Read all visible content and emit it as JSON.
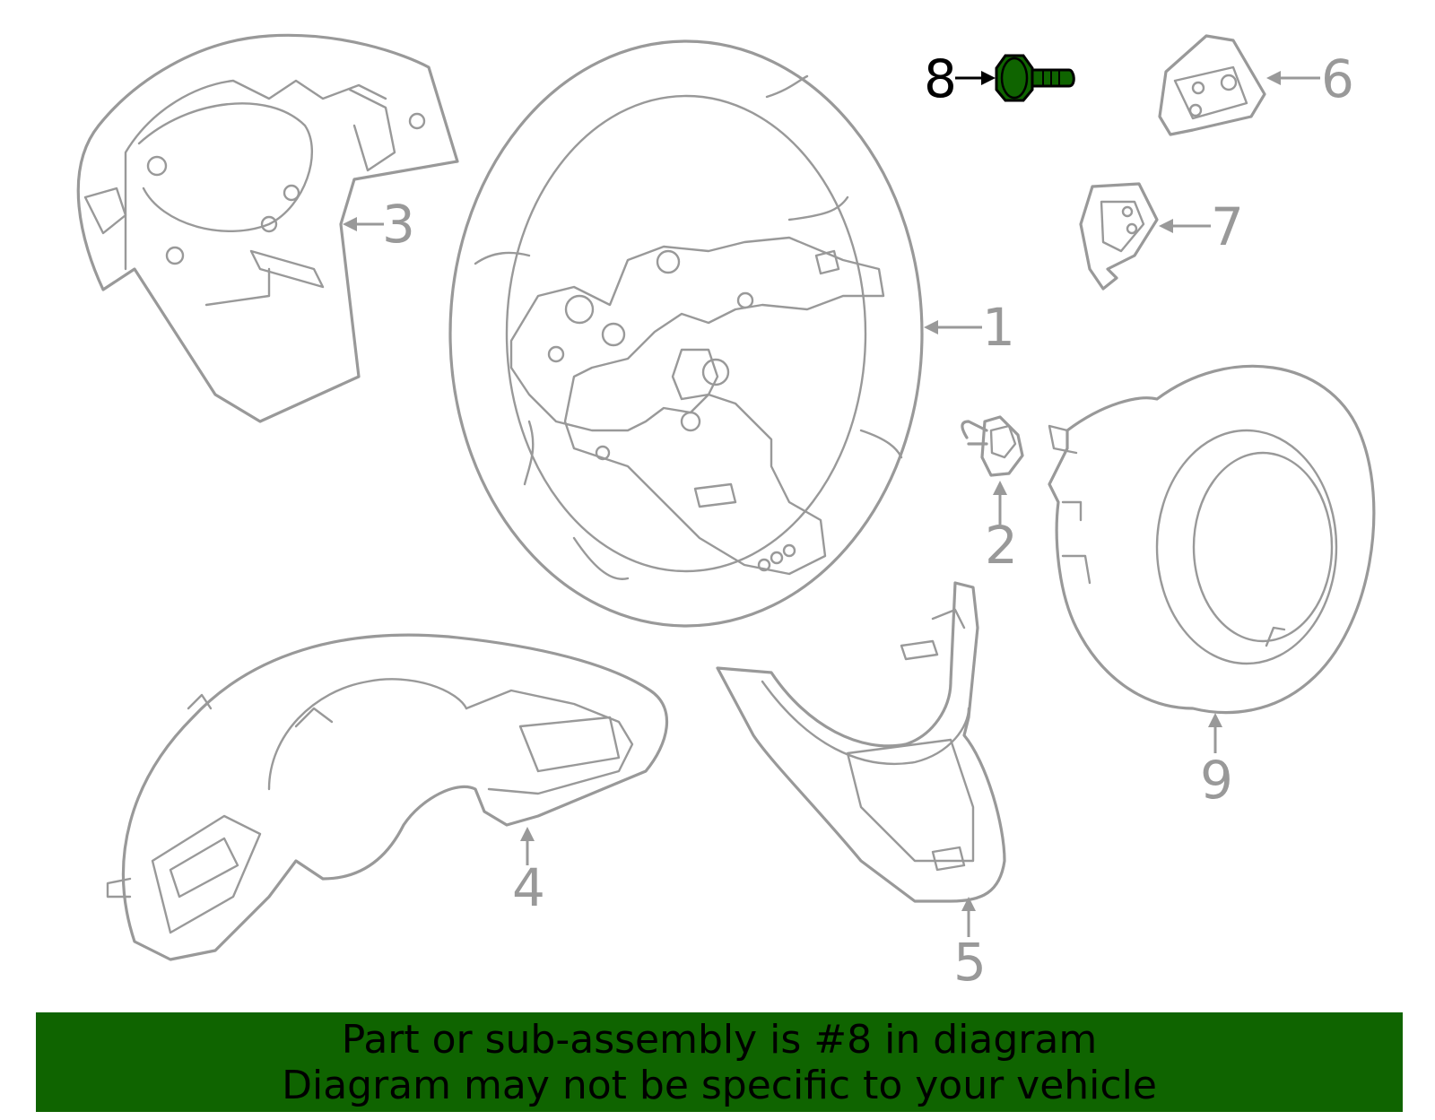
{
  "diagram": {
    "highlight_color": "#0f6400",
    "line_color": "#999999",
    "highlighted_part": "8",
    "callouts": [
      {
        "id": "1",
        "label": "1"
      },
      {
        "id": "2",
        "label": "2"
      },
      {
        "id": "3",
        "label": "3"
      },
      {
        "id": "4",
        "label": "4"
      },
      {
        "id": "5",
        "label": "5"
      },
      {
        "id": "6",
        "label": "6"
      },
      {
        "id": "7",
        "label": "7"
      },
      {
        "id": "8",
        "label": "8"
      },
      {
        "id": "9",
        "label": "9"
      }
    ]
  },
  "banner": {
    "line1": "Part or sub-assembly is #8 in diagram",
    "line2": "Diagram may not be specific to your vehicle",
    "background": "#0f6400"
  }
}
